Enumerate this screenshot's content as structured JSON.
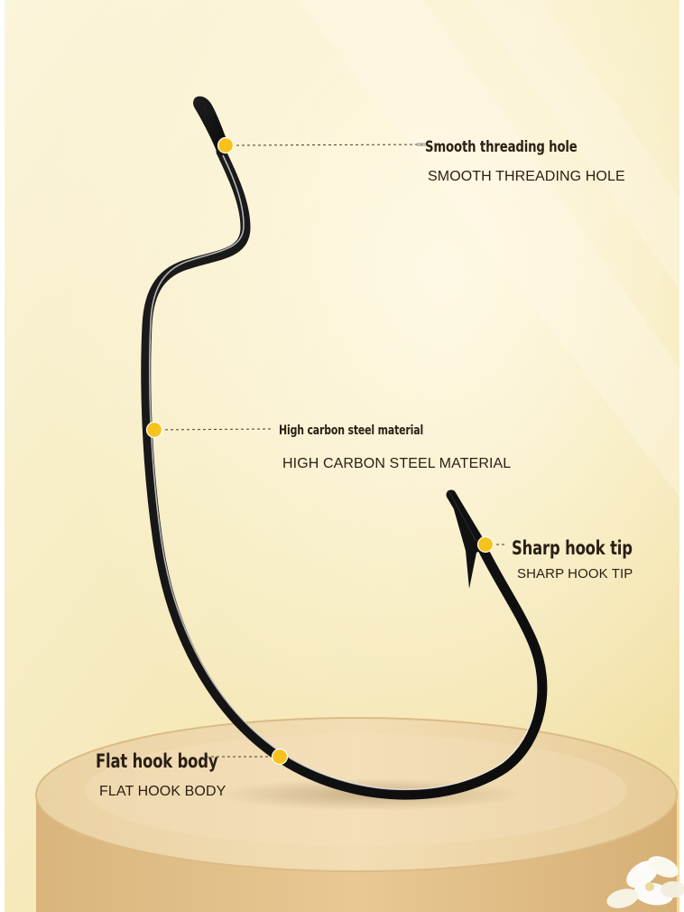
{
  "callouts": {
    "threading_hole": {
      "title": "Smooth threading hole",
      "subtitle": "SMOOTH THREADING HOLE"
    },
    "material": {
      "title": "High carbon steel material",
      "subtitle": "HIGH CARBON STEEL MATERIAL"
    },
    "hook_tip": {
      "title": "Sharp hook tip",
      "subtitle": "SHARP HOOK TIP"
    },
    "hook_body": {
      "title": "Flat hook body",
      "subtitle": "FLAT HOOK BODY"
    }
  },
  "colors": {
    "background_light": "#fbf4d6",
    "background_warm": "#f2e0a6",
    "marker": "#f7c21c",
    "hook": "#141414",
    "text": "#2a1f14",
    "podium": "#e3c08b"
  }
}
